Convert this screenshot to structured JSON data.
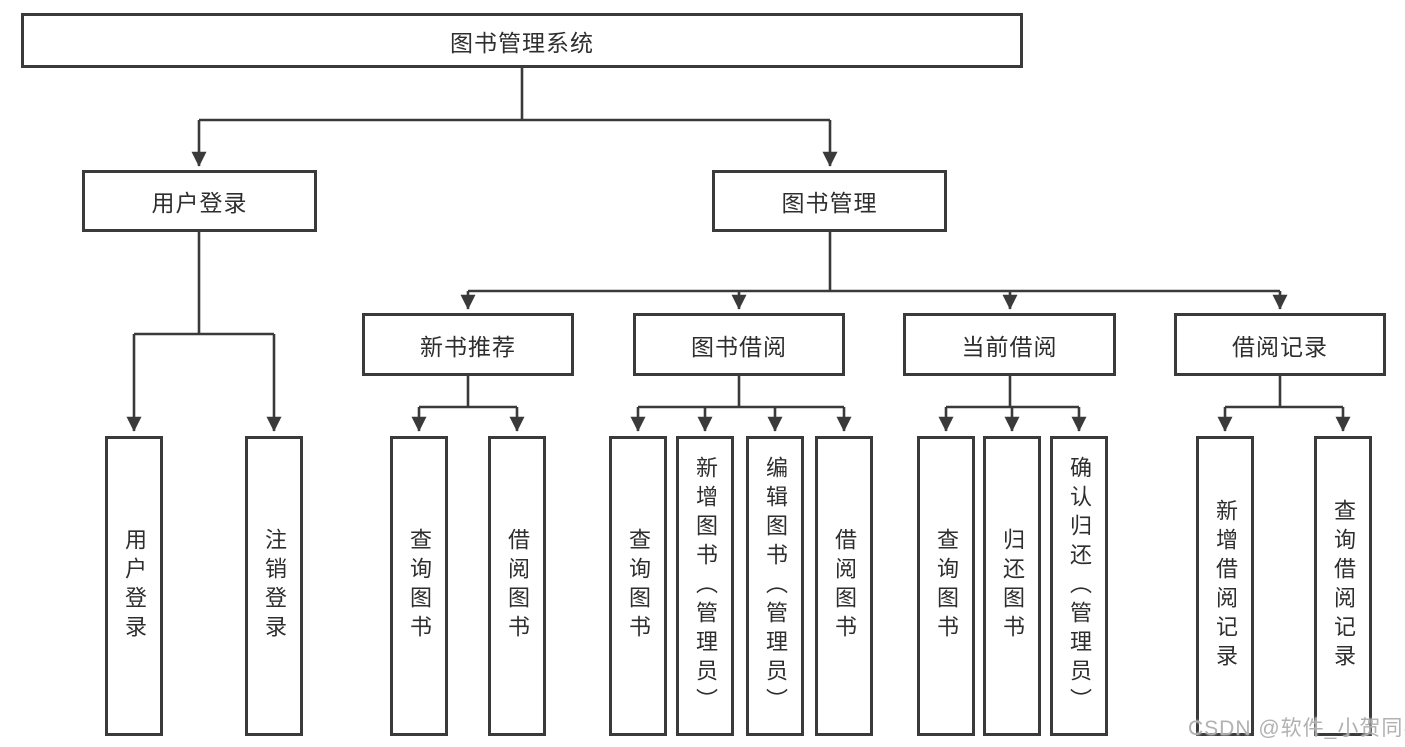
{
  "diagram": {
    "colors": {
      "line": "#3a3a3a",
      "box_border": "#3a3a3a",
      "text": "#2e2e2e",
      "watermark": "#adadad"
    },
    "tree": {
      "label": "图书管理系统",
      "children": [
        {
          "label": "用户登录",
          "children": [
            {
              "label": "用户登录"
            },
            {
              "label": "注销登录"
            }
          ]
        },
        {
          "label": "图书管理",
          "children": [
            {
              "label": "新书推荐",
              "children": [
                {
                  "label": "查询图书"
                },
                {
                  "label": "借阅图书"
                }
              ]
            },
            {
              "label": "图书借阅",
              "children": [
                {
                  "label": "查询图书"
                },
                {
                  "label": "新增图书（管理员）"
                },
                {
                  "label": "编辑图书（管理员）"
                },
                {
                  "label": "借阅图书"
                }
              ]
            },
            {
              "label": "当前借阅",
              "children": [
                {
                  "label": "查询图书"
                },
                {
                  "label": "归还图书"
                },
                {
                  "label": "确认归还（管理员）"
                }
              ]
            },
            {
              "label": "借阅记录",
              "children": [
                {
                  "label": "新增借阅记录"
                },
                {
                  "label": "查询借阅记录"
                }
              ]
            }
          ]
        }
      ]
    },
    "watermark": {
      "text": "CSDN @软件_小贺同学"
    }
  }
}
